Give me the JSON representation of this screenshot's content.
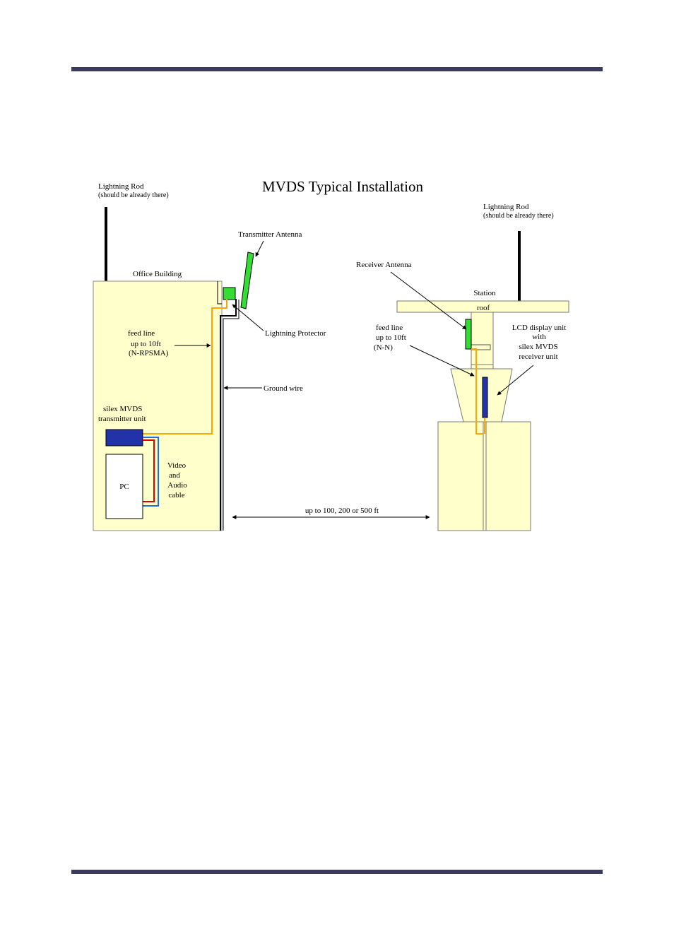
{
  "title": "MVDS Typical Installation",
  "left": {
    "lightning_rod_line1": "Lightning Rod",
    "lightning_rod_line2": "(should be already there)",
    "building": "Office Building",
    "transmitter_antenna": "Transmitter Antenna",
    "lightning_protector": "Lightning Protector",
    "feed_line_1": "feed line",
    "feed_line_2": "up to 10ft",
    "feed_line_3": "(N-RPSMA)",
    "ground_wire": "Ground wire",
    "tx_unit_1": "silex MVDS",
    "tx_unit_2": "transmitter unit",
    "pc": "PC",
    "cable_1": "Video",
    "cable_2": "and",
    "cable_3": "Audio",
    "cable_4": "cable"
  },
  "right": {
    "lightning_rod_line1": "Lightning Rod",
    "lightning_rod_line2": "(should be already there)",
    "receiver_antenna": "Receiver Antenna",
    "station": "Station",
    "roof": "roof",
    "feed_line_1": "feed line",
    "feed_line_2": "up to 10ft",
    "feed_line_3": "(N-N)",
    "lcd_1": "LCD display unit",
    "lcd_2": "with",
    "lcd_3": "silex MVDS",
    "lcd_4": "receiver unit"
  },
  "distance": "up to 100, 200 or 500 ft",
  "colors": {
    "building_fill": "#ffffcc",
    "antenna": "#33dd33",
    "unit_blue": "#2233aa",
    "feed_line": "#ffa500",
    "video_cable": "#dd0000",
    "audio_cable": "#1f6fe0",
    "rule": "#3b3b62"
  }
}
